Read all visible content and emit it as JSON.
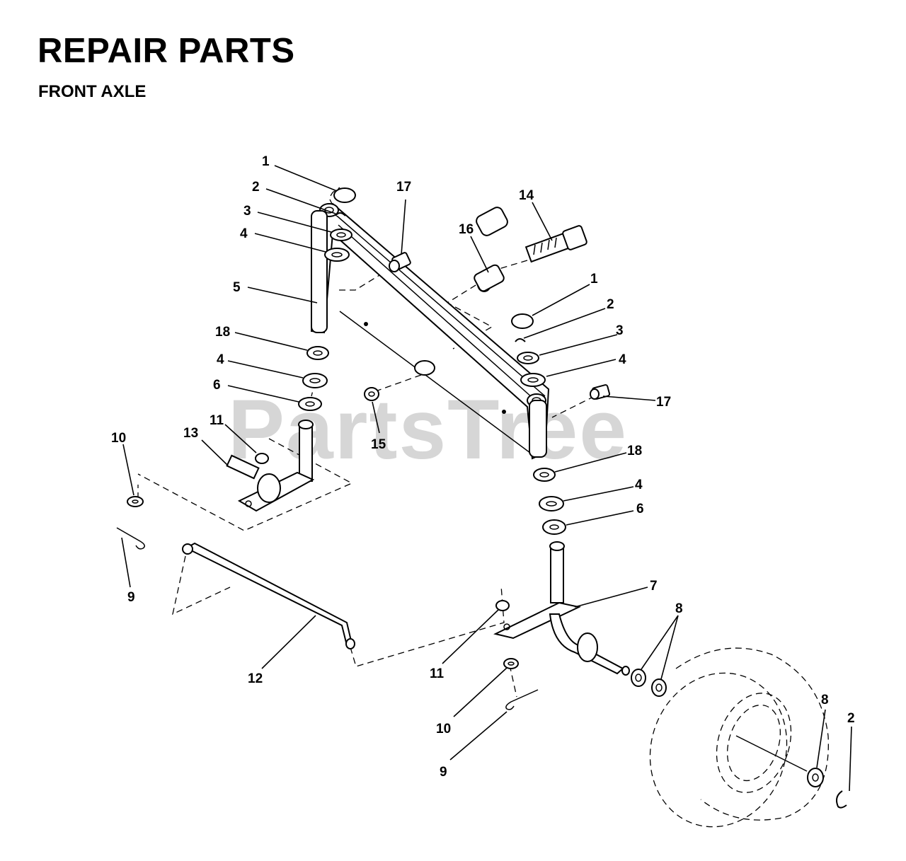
{
  "header": {
    "title": "REPAIR PARTS",
    "subtitle": "FRONT AXLE"
  },
  "watermark": "PartsTree",
  "callouts": {
    "c1a": "1",
    "c2a": "2",
    "c3a": "3",
    "c4a": "4",
    "c5": "5",
    "c18a": "18",
    "c4b": "4",
    "c6a": "6",
    "c11a": "11",
    "c13": "13",
    "c10a": "10",
    "c9a": "9",
    "c12": "12",
    "c15": "15",
    "c17a": "17",
    "c16": "16",
    "c14": "14",
    "c1b": "1",
    "c2b": "2",
    "c3b": "3",
    "c4c": "4",
    "c17b": "17",
    "c18b": "18",
    "c4d": "4",
    "c6b": "6",
    "c7": "7",
    "c8a": "8",
    "c11b": "11",
    "c10b": "10",
    "c9b": "9",
    "c8b": "8",
    "c2c": "2"
  }
}
